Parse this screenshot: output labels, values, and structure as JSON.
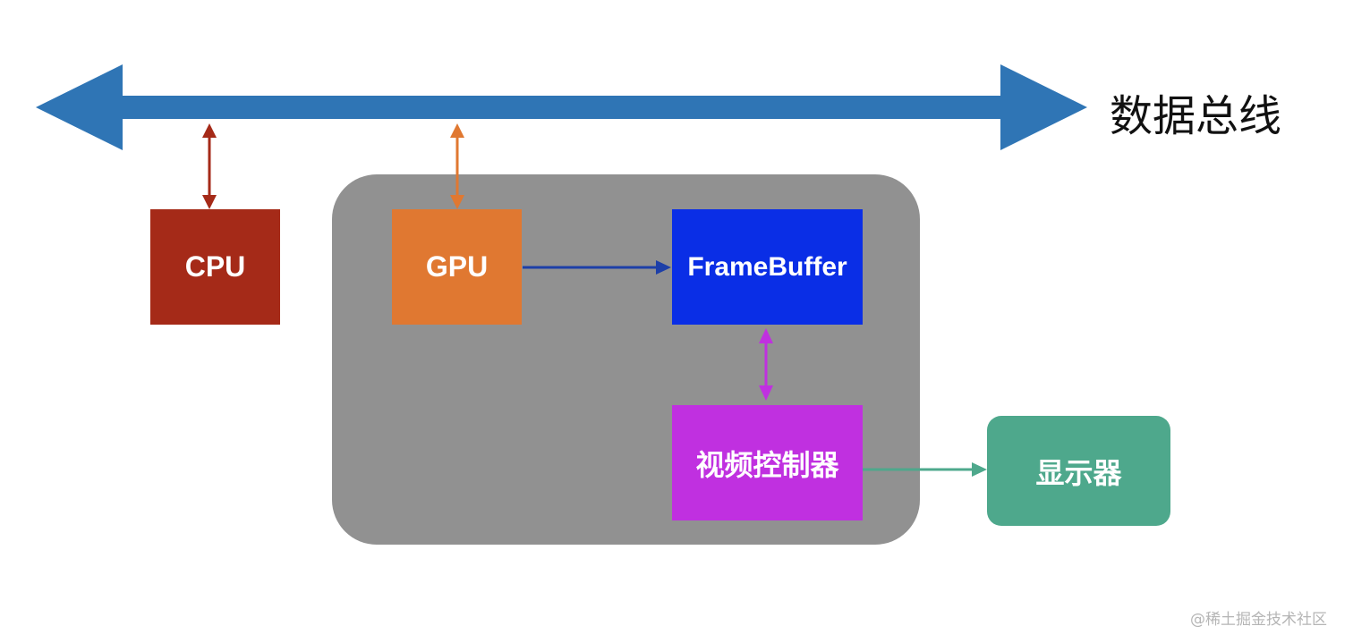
{
  "bus": {
    "label": "数据总线",
    "color": "#2f75b5"
  },
  "components": {
    "cpu": {
      "label": "CPU",
      "color": "#a52a18"
    },
    "gpu": {
      "label": "GPU",
      "color": "#e07831"
    },
    "framebuffer": {
      "label": "FrameBuffer",
      "color": "#0a2ee6"
    },
    "video_controller": {
      "label": "视频控制器",
      "color": "#c030e0"
    },
    "display": {
      "label": "显示器",
      "color": "#4ea88c"
    }
  },
  "connections": [
    {
      "from": "bus",
      "to": "cpu",
      "direction": "bidirectional",
      "color": "#a52a18"
    },
    {
      "from": "bus",
      "to": "gpu",
      "direction": "bidirectional",
      "color": "#e07831"
    },
    {
      "from": "gpu",
      "to": "framebuffer",
      "direction": "forward",
      "color": "#1d3fa8"
    },
    {
      "from": "framebuffer",
      "to": "video_controller",
      "direction": "bidirectional",
      "color": "#c030e0"
    },
    {
      "from": "video_controller",
      "to": "display",
      "direction": "forward",
      "color": "#4ea88c"
    }
  ],
  "group": {
    "members": [
      "gpu",
      "framebuffer",
      "video_controller"
    ],
    "color": "#919191"
  },
  "watermark": "@稀土掘金技术社区"
}
